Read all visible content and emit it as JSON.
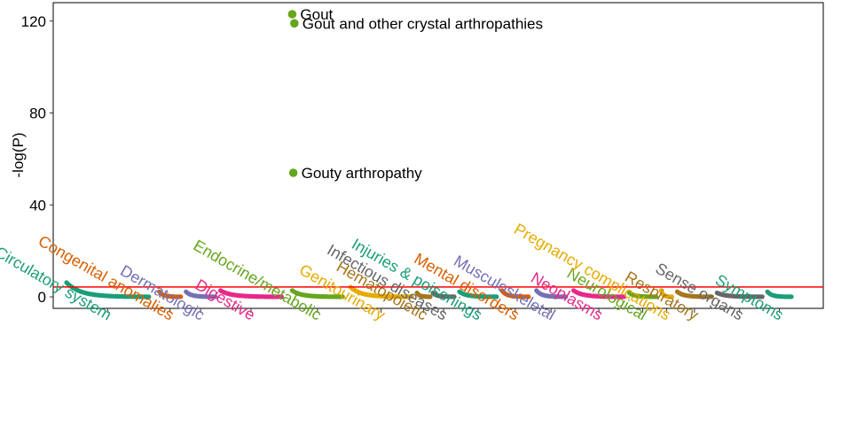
{
  "chart_data": {
    "type": "scatter",
    "ylabel": "-log(P)",
    "xlabel": "",
    "ylim": [
      -5,
      128
    ],
    "yticks": [
      0,
      40,
      80,
      120
    ],
    "grid": false,
    "legend": "none",
    "threshold": {
      "value": 4.3,
      "color": "#ff0000"
    },
    "categories": [
      {
        "name": "Circulatory system",
        "color": "#1b9e77",
        "start": 0.5,
        "end": 3.6,
        "peak": 6.0
      },
      {
        "name": "Congenital anomalies",
        "color": "#d95f02",
        "start": 4.0,
        "end": 4.8,
        "peak": 2.0
      },
      {
        "name": "Dermatologic",
        "color": "#7570b3",
        "start": 5.0,
        "end": 6.1,
        "peak": 2.0
      },
      {
        "name": "Digestive",
        "color": "#e7298a",
        "start": 6.3,
        "end": 8.6,
        "peak": 2.5
      },
      {
        "name": "Endocrine/metabolic",
        "color": "#66a61e",
        "start": 9.0,
        "end": 10.9,
        "peak": 2.5
      },
      {
        "name": "Genitourinary",
        "color": "#e6ab02",
        "start": 11.2,
        "end": 13.5,
        "peak": 4.0
      },
      {
        "name": "Hematopoietic",
        "color": "#a6761d",
        "start": 13.7,
        "end": 14.2,
        "peak": 1.5
      },
      {
        "name": "Infectious diseases",
        "color": "#666666",
        "start": 14.3,
        "end": 15.1,
        "peak": 1.5
      },
      {
        "name": "Injuries & poisonings",
        "color": "#1b9e77",
        "start": 15.3,
        "end": 16.7,
        "peak": 2.0
      },
      {
        "name": "Mental disorders",
        "color": "#d95f02",
        "start": 16.9,
        "end": 17.9,
        "peak": 2.5
      },
      {
        "name": "Musculoskeletal",
        "color": "#7570b3",
        "start": 18.2,
        "end": 19.3,
        "peak": 2.5
      },
      {
        "name": "Neoplasms",
        "color": "#e7298a",
        "start": 19.6,
        "end": 21.5,
        "peak": 2.5
      },
      {
        "name": "Neurological",
        "color": "#66a61e",
        "start": 21.7,
        "end": 22.7,
        "peak": 1.5
      },
      {
        "name": "Pregnancy complications",
        "color": "#e6ab02",
        "start": 22.9,
        "end": 23.3,
        "peak": 2.5
      },
      {
        "name": "Respiratory",
        "color": "#a6761d",
        "start": 23.5,
        "end": 24.8,
        "peak": 2.0
      },
      {
        "name": "Sense organs",
        "color": "#666666",
        "start": 25.0,
        "end": 26.7,
        "peak": 1.5
      },
      {
        "name": "Symptoms",
        "color": "#1b9e77",
        "start": 26.9,
        "end": 27.8,
        "peak": 2.0
      }
    ],
    "highlighted": [
      {
        "label": "Gout",
        "x": 9.0,
        "y": 123,
        "color": "#66a61e"
      },
      {
        "label": "Gout and other crystal arthropathies",
        "x": 9.08,
        "y": 119,
        "color": "#66a61e"
      },
      {
        "label": "Gouty arthropathy",
        "x": 9.04,
        "y": 54,
        "color": "#66a61e"
      }
    ]
  }
}
